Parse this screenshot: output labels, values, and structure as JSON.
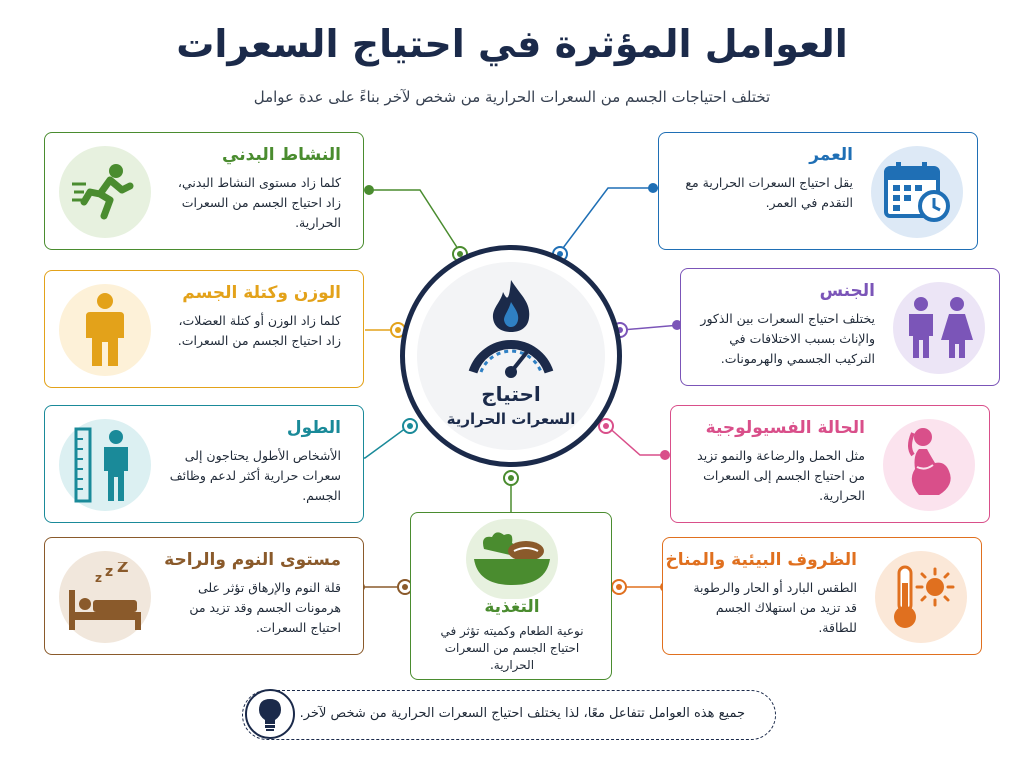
{
  "header": {
    "title": "العوامل المؤثرة في احتياج السعرات",
    "subtitle": "تختلف احتياجات الجسم من السعرات الحرارية من شخص لآخر بناءً على عدة عوامل"
  },
  "center": {
    "label_line1": "احتياج",
    "label_line2": "السعرات الحرارية"
  },
  "factors": {
    "activity": {
      "title": "النشاط البدني",
      "text": "كلما زاد مستوى النشاط البدني، زاد احتياج الجسم من السعرات الحرارية.",
      "color": "#4a8c2f",
      "icon": "running-person-icon"
    },
    "weight": {
      "title": "الوزن وكتلة الجسم",
      "text": "كلما زاد الوزن أو كتلة العضلات، زاد احتياج الجسم من السعرات.",
      "color": "#e3a21a",
      "icon": "person-icon"
    },
    "height": {
      "title": "الطول",
      "text": "الأشخاص الأطول يحتاجون إلى سعرات حرارية أكثر لدعم وظائف الجسم.",
      "color": "#1a8a99",
      "icon": "height-ruler-icon"
    },
    "sleep": {
      "title": "مستوى النوم والراحة",
      "text": "قلة النوم والإرهاق تؤثر على هرمونات الجسم وقد تزيد من احتياج السعرات.",
      "color": "#8a5a2b",
      "icon": "sleeping-bed-icon"
    },
    "age": {
      "title": "العمر",
      "text": "يقل احتياج السعرات الحرارية مع التقدم في العمر.",
      "color": "#1f6fb5",
      "icon": "calendar-clock-icon"
    },
    "gender": {
      "title": "الجنس",
      "text": "يختلف احتياج السعرات بين الذكور والإناث بسبب الاختلافات في التركيب الجسمي والهرمونات.",
      "color": "#7b55b8",
      "icon": "male-female-icon"
    },
    "physio": {
      "title": "الحالة الفسيولوجية",
      "text": "مثل الحمل والرضاعة والنمو تزيد من احتياج الجسم إلى السعرات الحرارية.",
      "color": "#d94f8a",
      "icon": "pregnant-woman-icon"
    },
    "climate": {
      "title": "الظروف البيئية والمناخ",
      "text": "الطقس البارد أو الحار والرطوبة قد تزيد من استهلاك الجسم للطاقة.",
      "color": "#e0701f",
      "icon": "thermometer-sun-icon"
    },
    "nutrition": {
      "title": "التغذية",
      "text": "نوعية الطعام وكميته تؤثر في احتياج الجسم من السعرات الحرارية.",
      "color": "#4a8c2f",
      "icon": "food-bowl-icon"
    }
  },
  "footer": {
    "text": "جميع هذه العوامل تتفاعل معًا، لذا يختلف احتياج السعرات الحرارية من شخص لآخر.",
    "icon": "lightbulb-icon"
  }
}
